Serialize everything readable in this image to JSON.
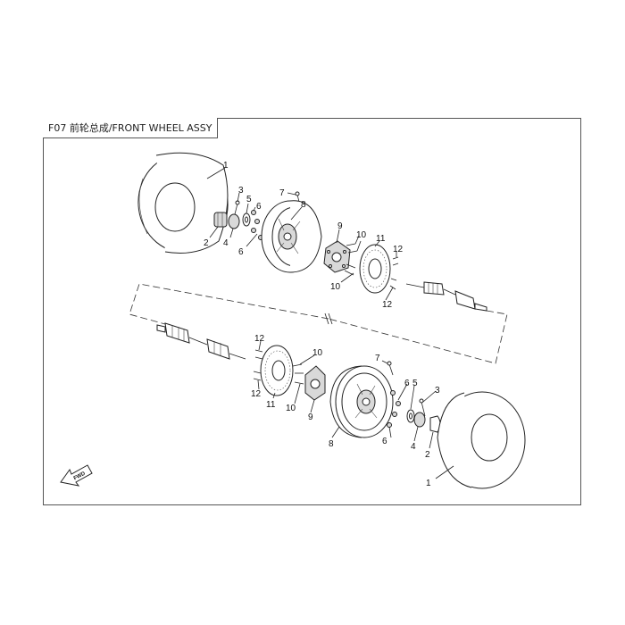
{
  "title": "F07 前轮总成/FRONT WHEEL ASSY",
  "direction_label": "FWD",
  "callouts": {
    "c1a": "1",
    "c2a": "2",
    "c3a": "3",
    "c4a": "4",
    "c5a": "5",
    "c6a": "6",
    "c6b": "6",
    "c7a": "7",
    "c8a": "8",
    "c9a": "9",
    "c10a": "10",
    "c10b": "10",
    "c11a": "11",
    "c12a": "12",
    "c12b": "12",
    "c1b": "1",
    "c2b": "2",
    "c3b": "3",
    "c4b": "4",
    "c5b": "5",
    "c6c": "6",
    "c6d": "6",
    "c7b": "7",
    "c8b": "8",
    "c9b": "9",
    "c10c": "10",
    "c10d": "10",
    "c11b": "11",
    "c12c": "12",
    "c12d": "12"
  }
}
